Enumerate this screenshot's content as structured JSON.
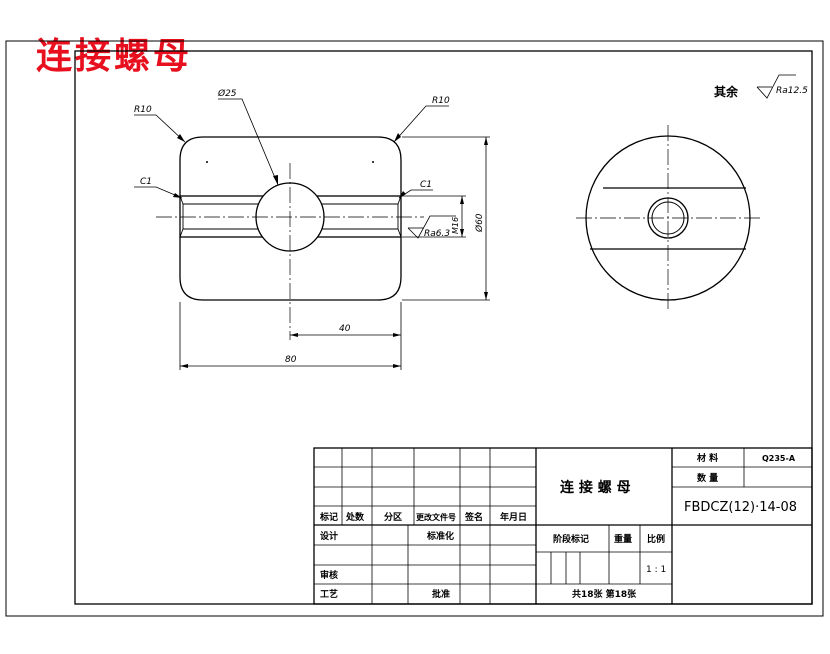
{
  "drawing": {
    "part_name_red": "连接螺母",
    "roughness_other": {
      "prefix": "其余",
      "value": "Ra12.5"
    },
    "dimensions": {
      "r10_left": "R10",
      "r10_right": "R10",
      "dia25": "Ø25",
      "c1_left": "C1",
      "c1_right": "C1",
      "m16": "M16",
      "ra63": "Ra6.3",
      "dia60": "Ø60",
      "len40": "40",
      "len80": "80"
    }
  },
  "title_block": {
    "part_name": "连 接 螺 母",
    "material_label": "材 料",
    "material_value": "Q235-A",
    "quantity_label": "数 量",
    "quantity_value": "",
    "drawing_number": "FBDCZ(12)·14-08",
    "revision_headers": [
      "标记",
      "处数",
      "分区",
      "更改文件号",
      "签名",
      "年月日"
    ],
    "design_label": "设计",
    "standardize_label": "标准化",
    "review_label": "审核",
    "process_label": "工艺",
    "approve_label": "批准",
    "stage_label": "阶段标记",
    "weight_label": "重量",
    "scale_label": "比例",
    "scale_value": "1 : 1",
    "sheets": "共18张   第18张"
  }
}
